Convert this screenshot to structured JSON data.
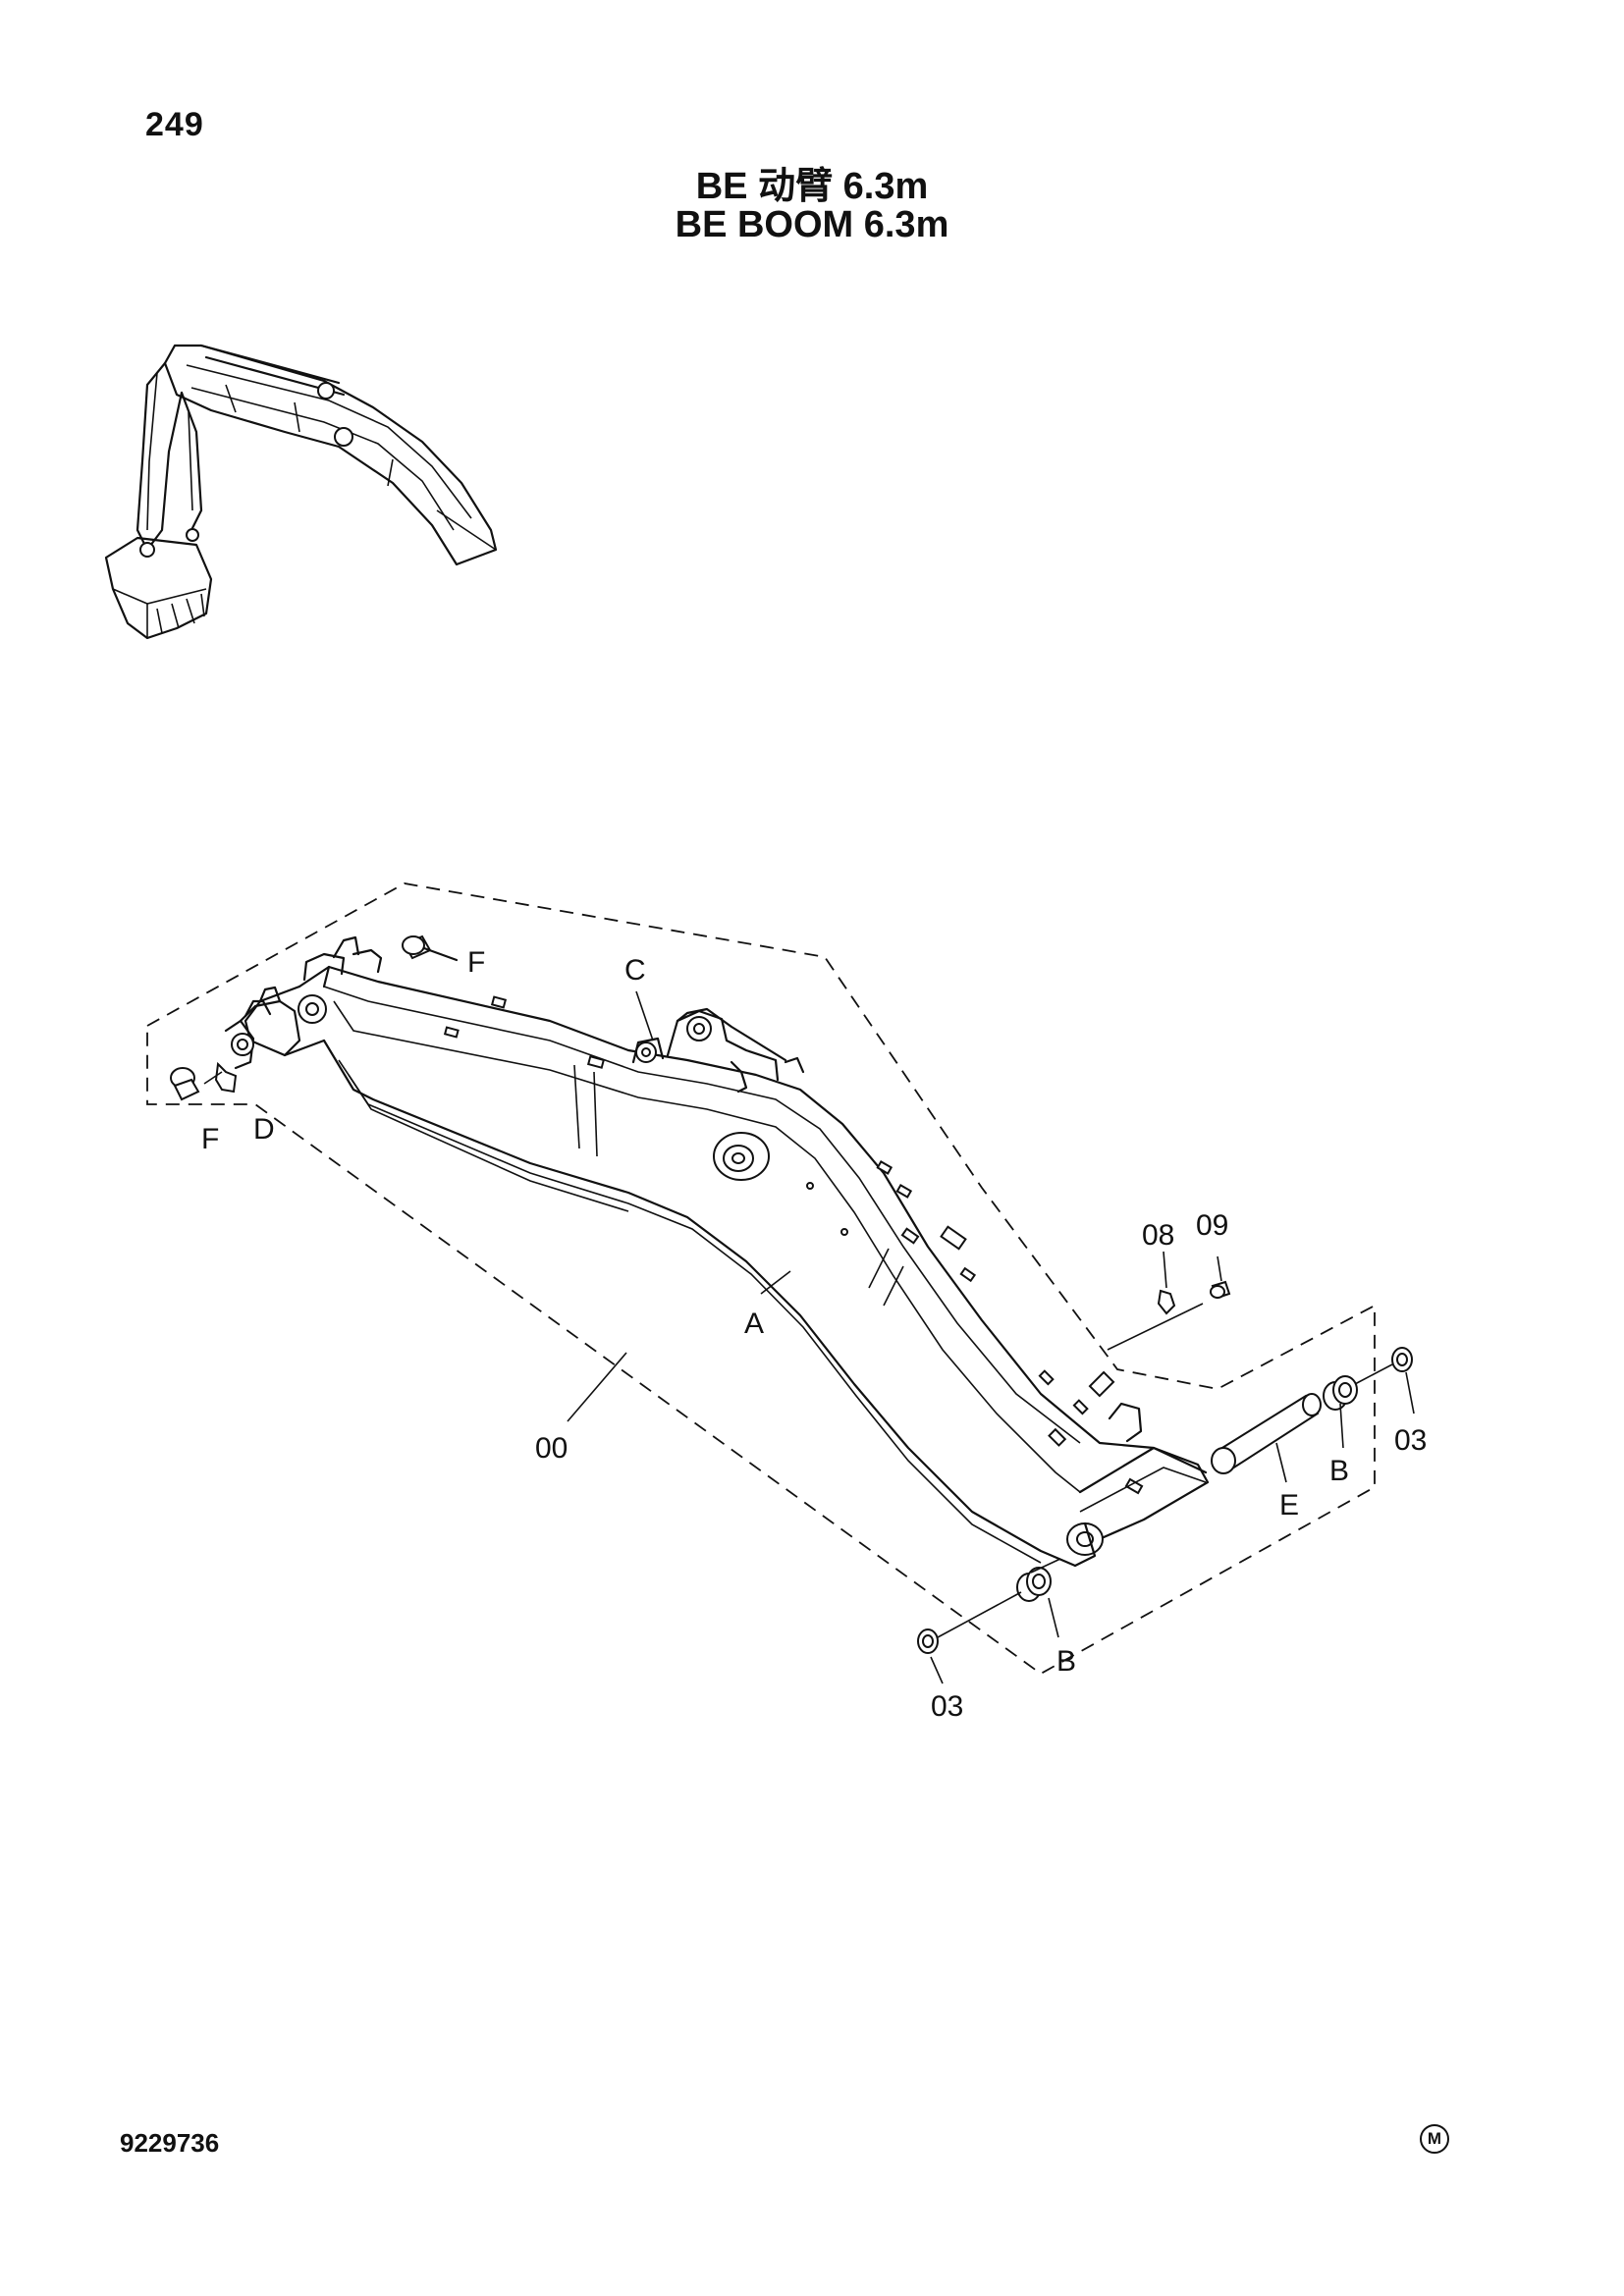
{
  "page": {
    "number": "249",
    "title_cn": "BE 动臂 6.3m",
    "title_en": "BE BOOM 6.3m",
    "document_number": "9229736",
    "mark": "M"
  },
  "callouts": {
    "F_top": "F",
    "F_left": "F",
    "C": "C",
    "D": "D",
    "A": "A",
    "assembly": "00",
    "washer_08": "08",
    "bolt_09": "09",
    "washer_03_right": "03",
    "bushing_B_right": "B",
    "pin_E": "E",
    "bushing_B_bottom": "B",
    "washer_03_bottom": "03"
  }
}
